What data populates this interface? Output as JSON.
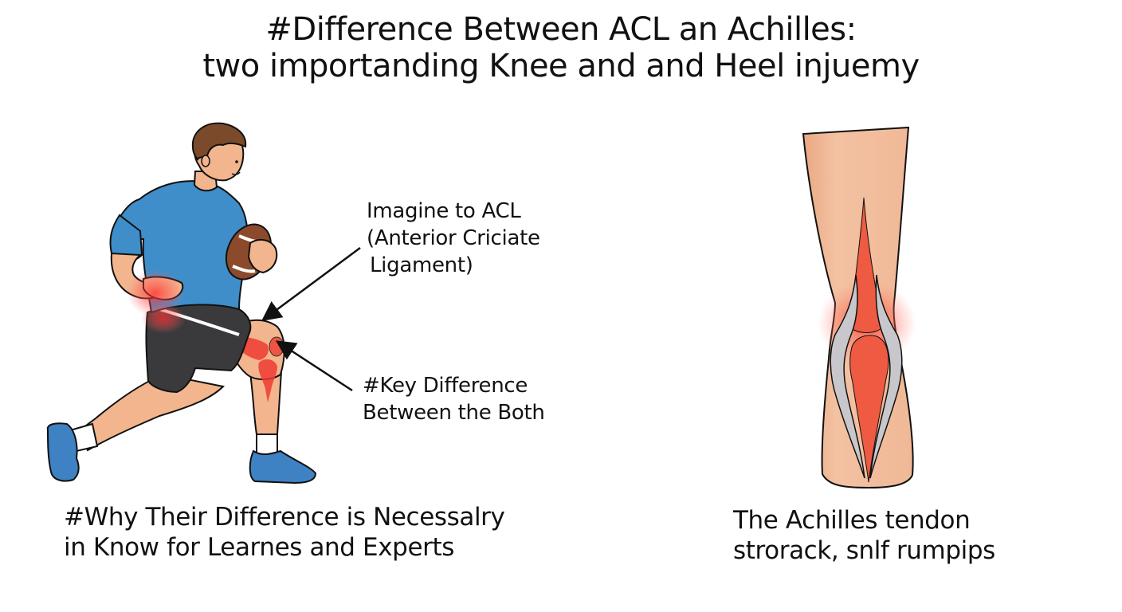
{
  "title": {
    "line1": "#Difference Between ACL an Achilles:",
    "line2": "two importanding Knee and and Heel injuemy"
  },
  "annotations": {
    "acl_label": {
      "line1": "Imagine to ACL",
      "line2": "(Anterior Criciate",
      "line3": "Ligament)"
    },
    "key_difference": {
      "line1": "#Key Difference",
      "line2": "Between the Both"
    }
  },
  "captions": {
    "left": {
      "line1": "#Why Their Difference is Necessalry",
      "line2": "in Know for Learnes and Experts"
    },
    "right": {
      "line1": "The Achilles tendon",
      "line2": "strorack, snlf rumpips"
    }
  },
  "illustrations": {
    "left": "runner-with-football-knee-injury",
    "right": "achilles-heel-rear-view"
  },
  "colors": {
    "shirt": "#3f8ec9",
    "shorts": "#3a3a3c",
    "skin": "#f2b58e",
    "hair": "#7a4a2a",
    "shoe": "#3f82c4",
    "football": "#8b4a2b",
    "injury_red": "#ee3b32",
    "tendon_gray": "#c7c7cc",
    "outline": "#111111"
  }
}
